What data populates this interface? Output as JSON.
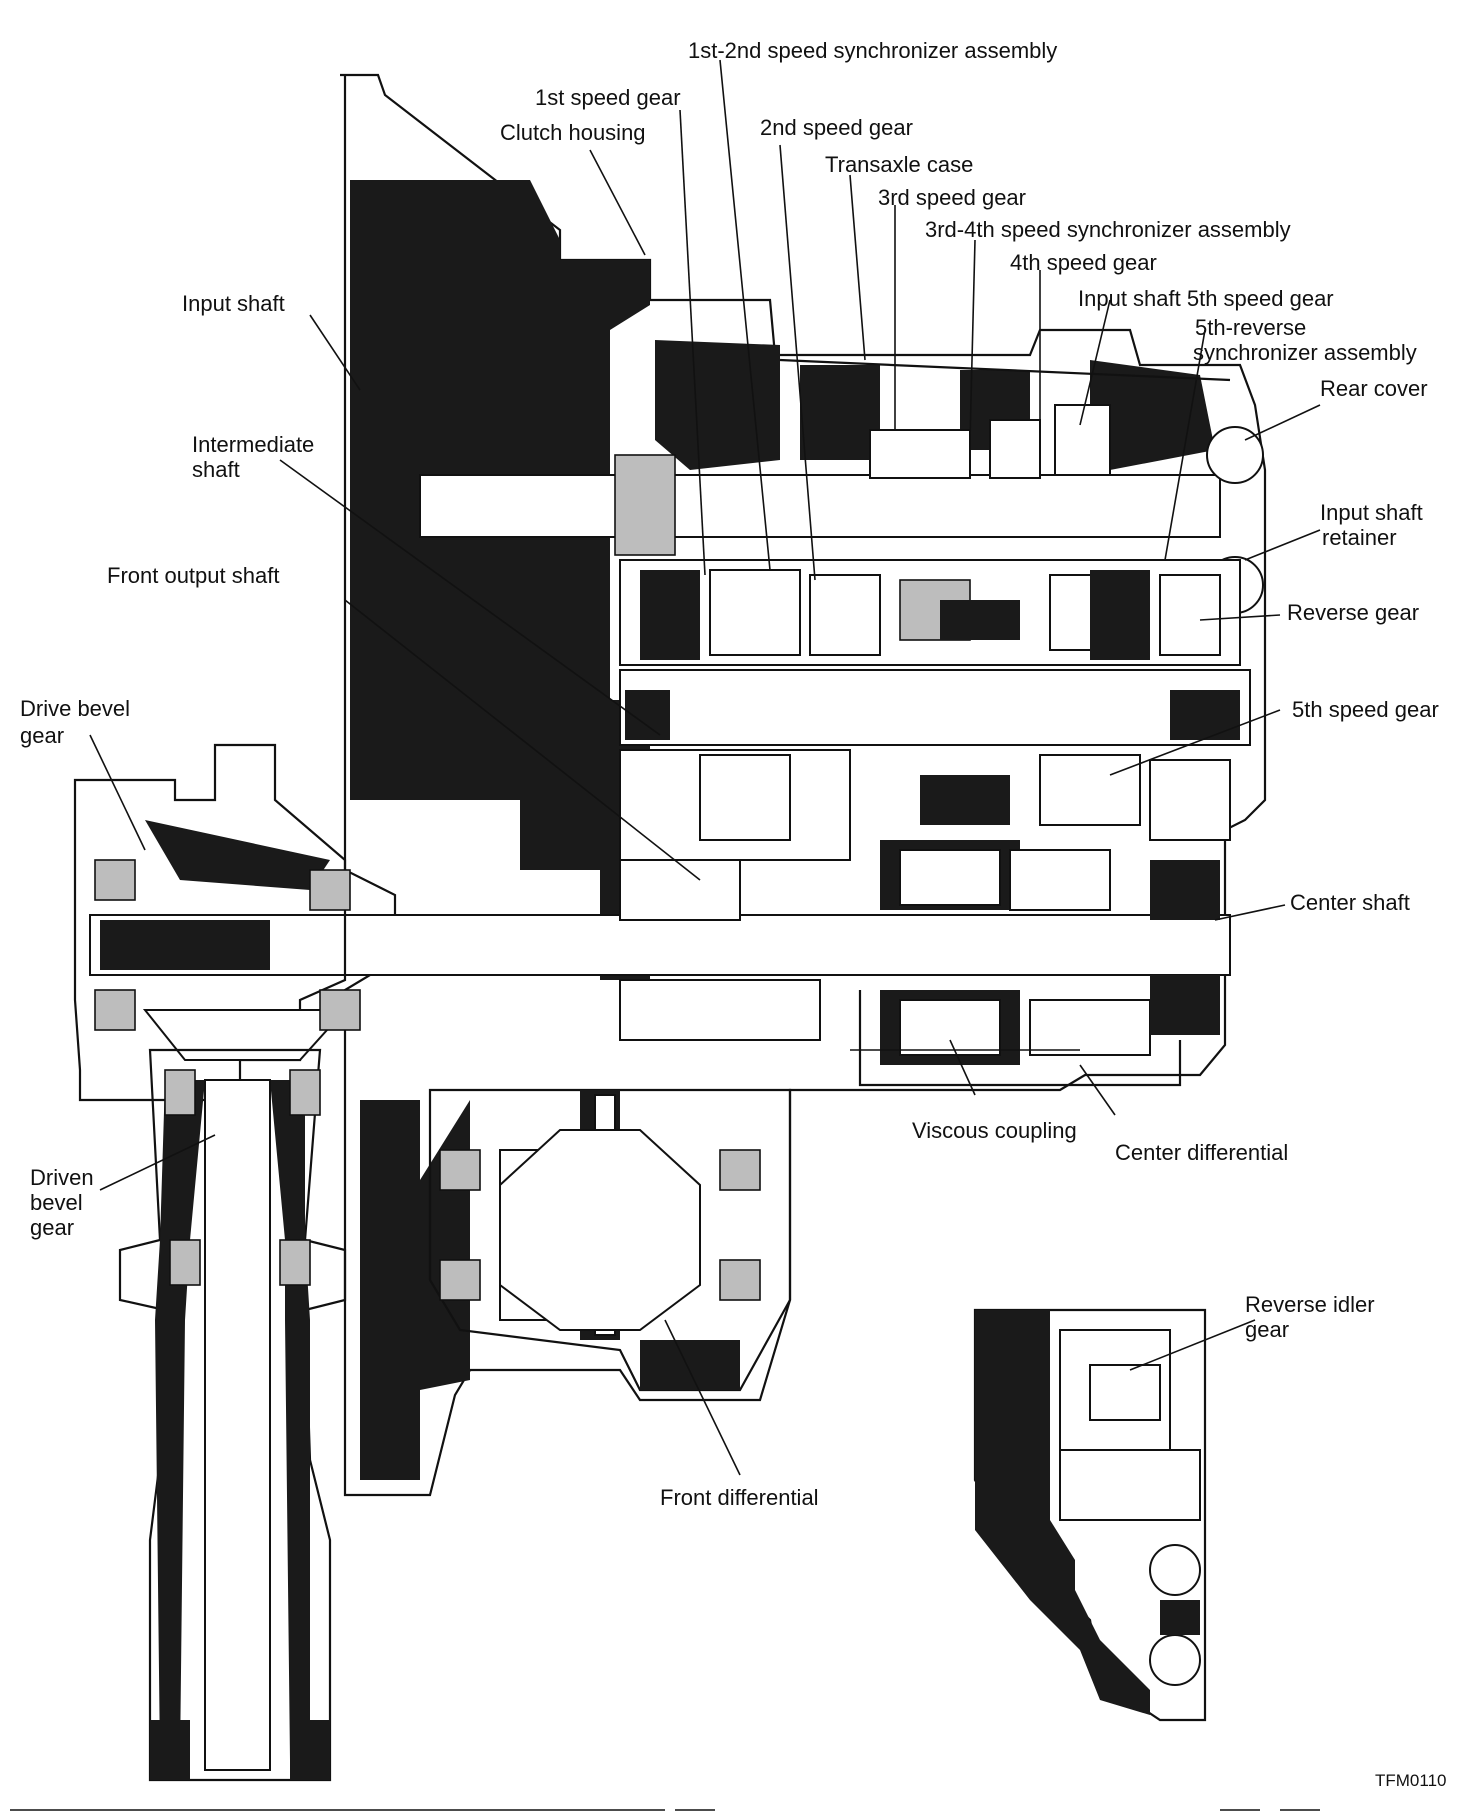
{
  "labels": {
    "sync_1_2": "1st-2nd speed synchronizer assembly",
    "gear_1st": "1st speed gear",
    "clutch_housing": "Clutch housing",
    "gear_2nd": "2nd speed gear",
    "transaxle_case": "Transaxle case",
    "gear_3rd": "3rd speed gear",
    "sync_3_4": "3rd-4th speed synchronizer assembly",
    "gear_4th": "4th speed gear",
    "input_5th": "Input shaft 5th speed gear",
    "sync_5_rev_1": "5th-reverse",
    "sync_5_rev_2": "synchronizer assembly",
    "rear_cover": "Rear cover",
    "input_shaft": "Input shaft",
    "intermediate_1": "Intermediate",
    "intermediate_2": "shaft",
    "input_retainer_1": "Input shaft",
    "input_retainer_2": "retainer",
    "front_output": "Front output shaft",
    "reverse_gear": "Reverse gear",
    "drive_bevel_1": "Drive bevel",
    "drive_bevel_2": "gear",
    "gear_5th": "5th speed gear",
    "center_shaft": "Center shaft",
    "viscous": "Viscous coupling",
    "center_diff": "Center differential",
    "driven_bevel_1": "Driven",
    "driven_bevel_2": "bevel",
    "driven_bevel_3": "gear",
    "rev_idler_1": "Reverse idler",
    "rev_idler_2": "gear",
    "front_diff": "Front differential",
    "code": "TFM0110"
  }
}
